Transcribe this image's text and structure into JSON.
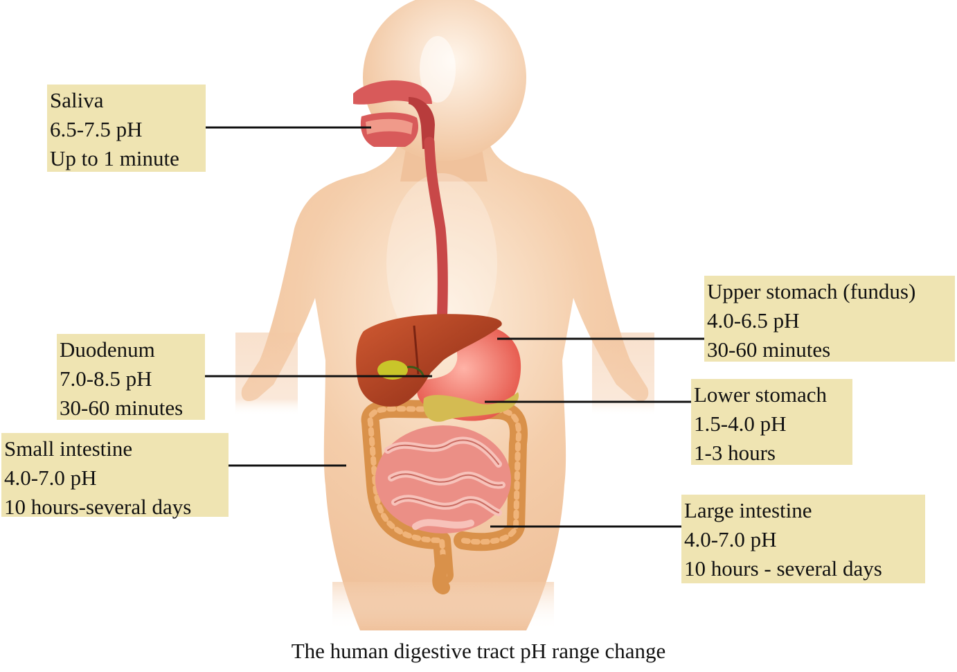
{
  "colors": {
    "skin": "#f2c6a3",
    "skin_light": "#fbe6d4",
    "label_bg": "#efe4b2",
    "leader_line": "#111111",
    "mouth": "#d85a5a",
    "esophagus": "#c84848",
    "liver": "#b83a1e",
    "stomach": "#ef6d63",
    "gallbladder": "#c9c52a",
    "pancreas": "#d4bb52",
    "small_intestine": "#eb8f86",
    "large_intestine": "#d9914a"
  },
  "organs": {
    "mouth": "mouth",
    "esophagus": "esophagus",
    "liver": "liver",
    "stomach": "stomach",
    "gallbladder": "gallbladder",
    "pancreas": "pancreas",
    "small_intestine": "small intestine",
    "large_intestine": "large intestine"
  },
  "labels": {
    "saliva": {
      "name": "Saliva",
      "ph": "6.5-7.5 pH",
      "time": "Up to 1 minute"
    },
    "duodenum": {
      "name": "Duodenum",
      "ph": "7.0-8.5 pH",
      "time": "30-60 minutes"
    },
    "small_intestine": {
      "name": "Small intestine",
      "ph": "4.0-7.0 pH",
      "time": "10 hours-several days"
    },
    "upper_stomach": {
      "name": "Upper stomach (fundus)",
      "ph": "4.0-6.5 pH",
      "time": "30-60 minutes"
    },
    "lower_stomach": {
      "name": "Lower stomach",
      "ph": "1.5-4.0 pH",
      "time": "1-3 hours"
    },
    "large_intestine": {
      "name": "Large intestine",
      "ph": "4.0-7.0 pH",
      "time": "10 hours - several days"
    }
  },
  "caption": "The human digestive tract pH range change"
}
